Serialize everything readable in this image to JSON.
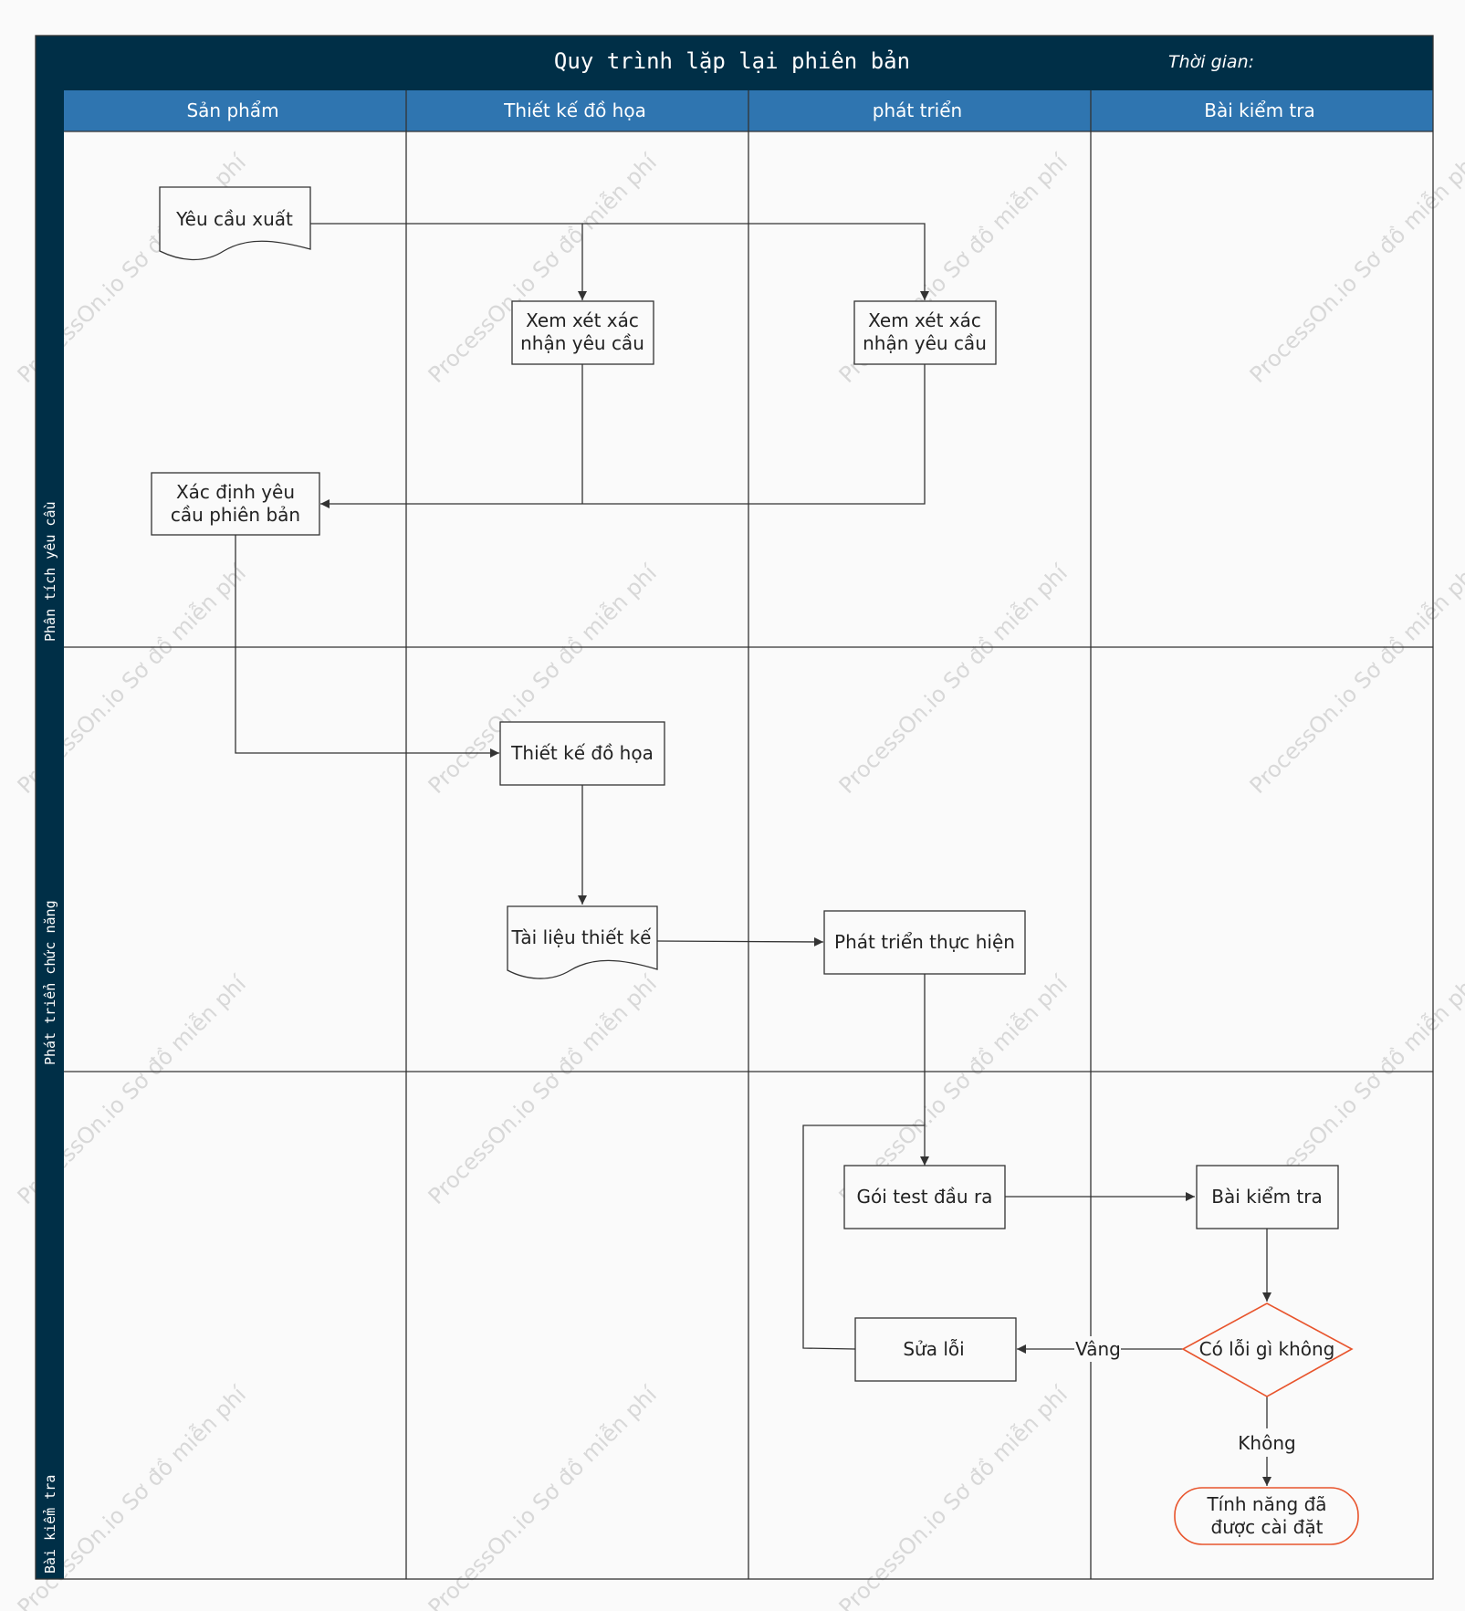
{
  "header": {
    "title": "Quy trình lặp lại phiên bản",
    "time_label": "Thời gian:"
  },
  "columns": [
    {
      "label": "Sản phẩm"
    },
    {
      "label": "Thiết kế đồ họa"
    },
    {
      "label": "phát triển"
    },
    {
      "label": "Bài kiểm tra"
    }
  ],
  "lanes": [
    {
      "label": "Phân tích yêu cầu"
    },
    {
      "label": "Phát triển chức năng"
    },
    {
      "label": "Bài kiểm tra"
    }
  ],
  "nodes": {
    "yeu_cau_xuat": {
      "lines": [
        "Yêu cầu xuất"
      ]
    },
    "xem_xet_1": {
      "lines": [
        "Xem xét xác",
        "nhận yêu cầu"
      ]
    },
    "xem_xet_2": {
      "lines": [
        "Xem xét xác",
        "nhận yêu cầu"
      ]
    },
    "xac_dinh": {
      "lines": [
        "Xác định yêu",
        "cầu phiên bản"
      ]
    },
    "thiet_ke": {
      "lines": [
        "Thiết kế đồ họa"
      ]
    },
    "tai_lieu": {
      "lines": [
        "Tài liệu thiết kế"
      ]
    },
    "phat_trien": {
      "lines": [
        "Phát triển thực hiện"
      ]
    },
    "goi_test": {
      "lines": [
        "Gói test đầu ra"
      ]
    },
    "bai_kiem_tra": {
      "lines": [
        "Bài kiểm tra"
      ]
    },
    "co_loi": {
      "lines": [
        "Có lỗi gì không"
      ]
    },
    "sua_loi": {
      "lines": [
        "Sửa lỗi"
      ]
    },
    "tinh_nang": {
      "lines": [
        "Tính năng đã",
        "được cài đặt"
      ]
    }
  },
  "edge_labels": {
    "yes": "Vâng",
    "no": "Không"
  },
  "watermark": "ProcessOn.io Sơ đồ miễn phí",
  "colors": {
    "header_bg": "#002f47",
    "column_header_bg": "#2f75b0",
    "lane_bar_bg": "#002f47",
    "decision_stroke": "#e8542c",
    "terminal_stroke": "#e8542c",
    "line": "#333333"
  }
}
